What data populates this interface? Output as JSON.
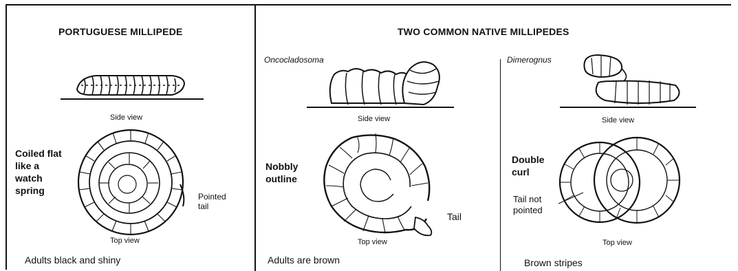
{
  "portuguese": {
    "heading": "PORTUGUESE MILLIPEDE",
    "side_view_label": "Side view",
    "top_view_label": "Top view",
    "callout_lines": [
      "Coiled flat",
      "like a",
      "watch",
      "spring"
    ],
    "tail_lines": [
      "Pointed",
      "tail"
    ],
    "caption": "Adults black and shiny"
  },
  "native": {
    "heading": "TWO COMMON NATIVE MILLIPEDES",
    "oncocladosoma": {
      "genus": "Oncocladosoma",
      "side_view_label": "Side view",
      "top_view_label": "Top view",
      "callout_lines": [
        "Nobbly",
        "outline"
      ],
      "tail_label": "Tail",
      "caption": "Adults are brown"
    },
    "dimerognus": {
      "genus": "Dimerognus",
      "side_view_label": "Side view",
      "top_view_label": "Top view",
      "callout_lines": [
        "Double",
        "curl"
      ],
      "tail_lines": [
        "Tail not",
        "pointed"
      ],
      "caption": "Brown stripes"
    }
  }
}
